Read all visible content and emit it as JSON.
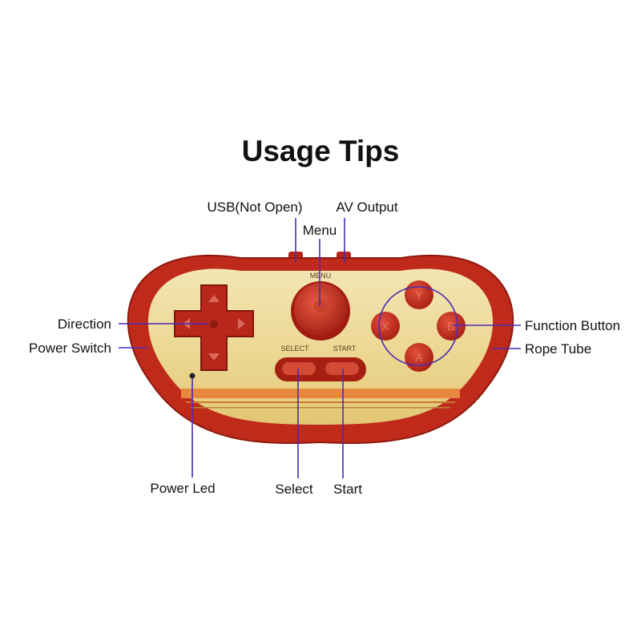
{
  "title": "Usage Tips",
  "labels": {
    "usb": "USB(Not Open)",
    "av_output": "AV Output",
    "menu": "Menu",
    "direction": "Direction",
    "power_switch": "Power Switch",
    "function_button": "Function Button",
    "rope_tube": "Rope Tube",
    "power_led": "Power Led",
    "select": "Select",
    "start": "Start"
  },
  "device": {
    "menu_text": "MENU",
    "select_text": "SELECT",
    "start_text": "START",
    "buttons": {
      "top": "Y",
      "left": "X",
      "right": "B",
      "bottom": "A"
    }
  },
  "colors": {
    "shell": "#c02a1a",
    "face": "#eedb9a",
    "stripe": "#e8873f",
    "button": "#c0271a",
    "leader": "#4b2bb4"
  }
}
